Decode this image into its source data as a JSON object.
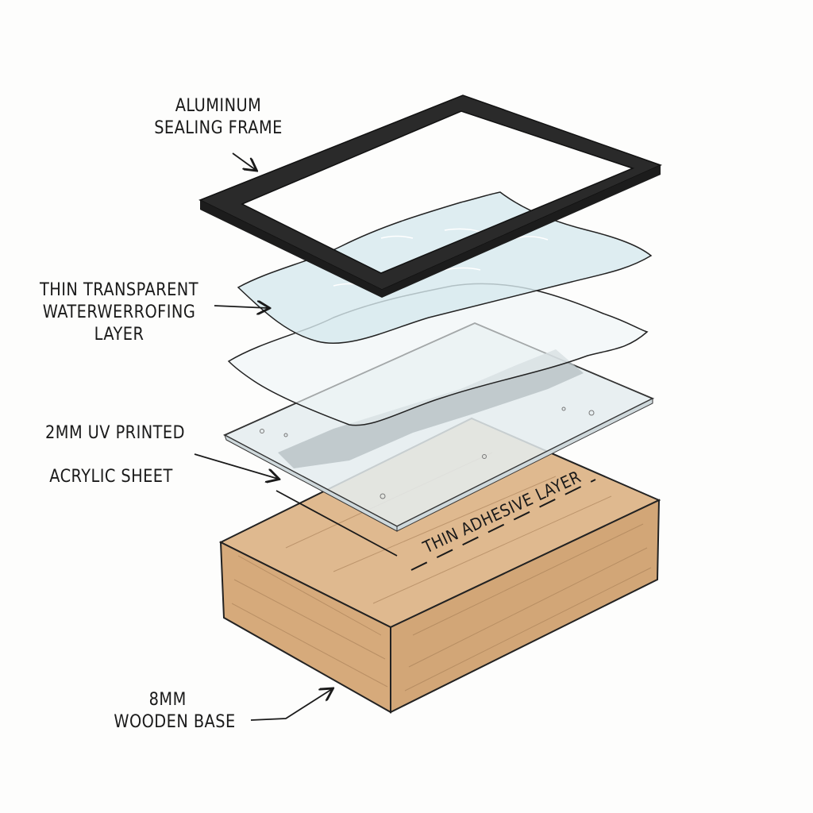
{
  "labels": {
    "frame": [
      "ALUMINUM",
      "SEALING FRAME"
    ],
    "waterproofing": [
      "THIN TRANSPARENT",
      "WATERWERROFING",
      "LAYER"
    ],
    "acrylic_line1": "2MM UV PRINTED",
    "acrylic_line2": "ACRYLIC SHEET",
    "adhesive": "THIN ADHESIVE LAYER",
    "base": [
      "8MM",
      "WOODEN BASE"
    ]
  },
  "colors": {
    "frame": "#2a2a2a",
    "film": "#dcebf0",
    "acrylic": "#e6eef0",
    "wood": "#dcb48a",
    "wood_side": "#d2a677",
    "ink": "#1a1a1a"
  }
}
